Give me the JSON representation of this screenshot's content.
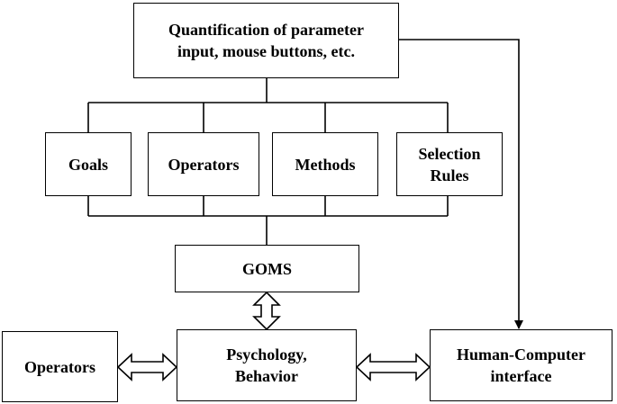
{
  "diagram": {
    "top_box": {
      "line1": "Quantification of parameter",
      "line2": "input, mouse buttons, etc."
    },
    "goals": "Goals",
    "operators_mid": "Operators",
    "methods": "Methods",
    "selection_rules": {
      "line1": "Selection",
      "line2": "Rules"
    },
    "goms": "GOMS",
    "operators_left": "Operators",
    "psychology": {
      "line1": "Psychology,",
      "line2": "Behavior"
    },
    "hci": {
      "line1": "Human-Computer",
      "line2": "interface"
    }
  },
  "colors": {
    "stroke": "#000000",
    "background": "#ffffff"
  }
}
